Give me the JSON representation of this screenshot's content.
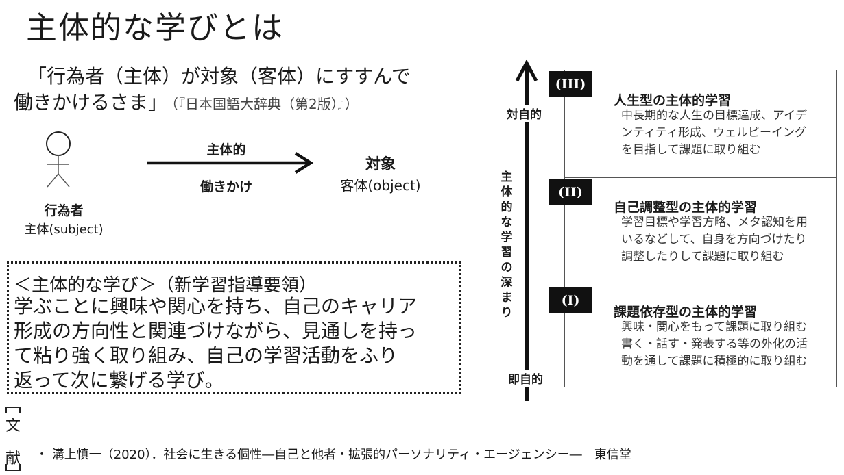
{
  "title": "主体的な学びとは",
  "definition": {
    "line1": "「行為者（主体）が対象（客体）にすすんで",
    "line2": "働きかけるさま」",
    "source": "（『日本国語大辞典（第2版）』）"
  },
  "actor": {
    "name": "行為者",
    "sub": "主体(subject)"
  },
  "arrow": {
    "top": "主体的",
    "bottom": "働きかけ"
  },
  "object": {
    "name": "対象",
    "sub": "客体(object)"
  },
  "guideline": {
    "title": "＜主体的な学び＞（新学習指導要領）",
    "lines": [
      "学ぶことに興味や関心を持ち、自己のキャリア",
      "形成の方向性と関連づけながら、見通しを持っ",
      "て粘り強く取り組み、自己の学習活動をふり",
      "返って次に繋げる学び。"
    ]
  },
  "literature": {
    "label_chars": [
      "文",
      "献"
    ],
    "reference": "・ 溝上慎一（2020）．社会に生きる個性―自己と他者・拡張的パーソナリティ・エージェンシー―　東信堂"
  },
  "axis": {
    "vertical_label_chars": [
      "主",
      "体",
      "的",
      "な",
      "学",
      "習",
      "の",
      "深",
      "ま",
      "り"
    ],
    "top_label": "対自的",
    "bottom_label": "即自的"
  },
  "levels": [
    {
      "badge": "(III)",
      "title": "人生型の主体的学習",
      "desc": [
        "中長期的な人生の目標達成、アイデ",
        "ンティティ形成、ウェルビーイング",
        "を目指して課題に取り組む"
      ]
    },
    {
      "badge": "(II)",
      "title": "自己調整型の主体的学習",
      "desc": [
        "学習目標や学習方略、メタ認知を用",
        "いるなどして、自身を方向づけたり",
        "調整したりして課題に取り組む"
      ]
    },
    {
      "badge": "(I)",
      "title": "課題依存型の主体的学習",
      "desc": [
        "興味・関心をもって課題に取り組む",
        "書く・話す・発表する等の外化の活",
        "動を通して課題に積極的に取り組む"
      ]
    }
  ]
}
